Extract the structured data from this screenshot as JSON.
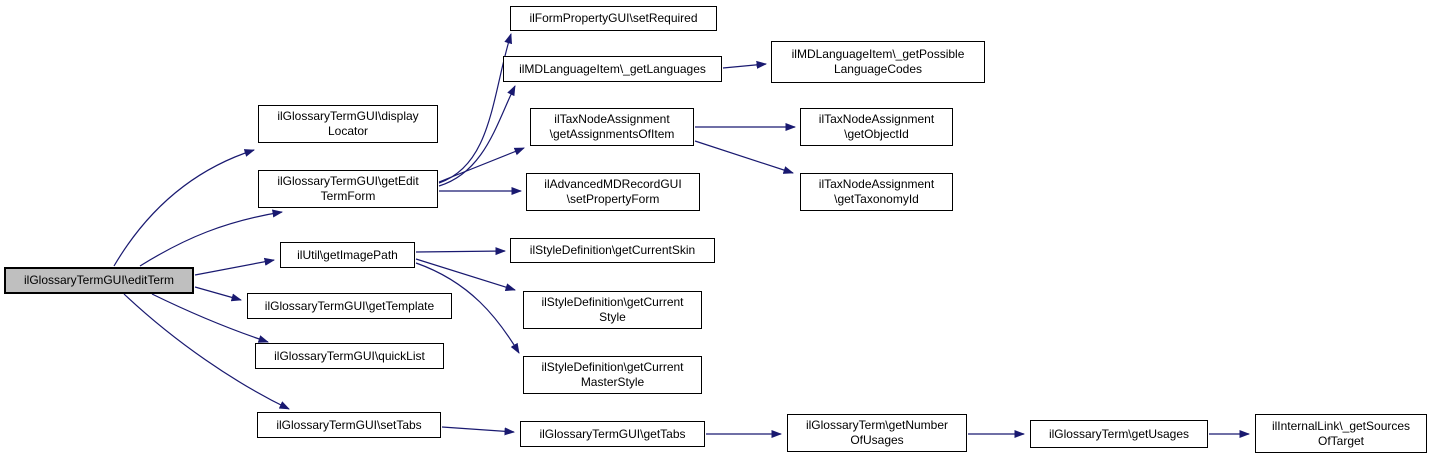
{
  "diagram": {
    "type": "call-graph",
    "root_function": "ilGlossaryTermGUI\\editTerm",
    "colors": {
      "edge": "#191970",
      "node_fill": "#ffffff",
      "node_border": "#000000",
      "root_node_fill": "#bfbfbf",
      "background": "#ffffff",
      "text": "#000000"
    }
  },
  "nodes": [
    {
      "id": "editTerm",
      "label": "ilGlossaryTermGUI\\editTerm",
      "highlighted": true
    },
    {
      "id": "displayLocator",
      "label": "ilGlossaryTermGUI\\display\nLocator",
      "highlighted": false
    },
    {
      "id": "getEditTermForm",
      "label": "ilGlossaryTermGUI\\getEdit\nTermForm",
      "highlighted": false
    },
    {
      "id": "setRequired",
      "label": "ilFormPropertyGUI\\setRequired",
      "highlighted": false
    },
    {
      "id": "getLanguages",
      "label": "ilMDLanguageItem\\_getLanguages",
      "highlighted": false
    },
    {
      "id": "getPossibleLanguageCodes",
      "label": "ilMDLanguageItem\\_getPossible\nLanguageCodes",
      "highlighted": false
    },
    {
      "id": "getAssignmentsOfItem",
      "label": "ilTaxNodeAssignment\n\\getAssignmentsOfItem",
      "highlighted": false
    },
    {
      "id": "setPropertyForm",
      "label": "ilAdvancedMDRecordGUI\n\\setPropertyForm",
      "highlighted": false
    },
    {
      "id": "getObjectId",
      "label": "ilTaxNodeAssignment\n\\getObjectId",
      "highlighted": false
    },
    {
      "id": "getTaxonomyId",
      "label": "ilTaxNodeAssignment\n\\getTaxonomyId",
      "highlighted": false
    },
    {
      "id": "getImagePath",
      "label": "ilUtil\\getImagePath",
      "highlighted": false
    },
    {
      "id": "getCurrentSkin",
      "label": "ilStyleDefinition\\getCurrentSkin",
      "highlighted": false
    },
    {
      "id": "getCurrentStyle",
      "label": "ilStyleDefinition\\getCurrent\nStyle",
      "highlighted": false
    },
    {
      "id": "getCurrentMasterStyle",
      "label": "ilStyleDefinition\\getCurrent\nMasterStyle",
      "highlighted": false
    },
    {
      "id": "getTemplate",
      "label": "ilGlossaryTermGUI\\getTemplate",
      "highlighted": false
    },
    {
      "id": "quickList",
      "label": "ilGlossaryTermGUI\\quickList",
      "highlighted": false
    },
    {
      "id": "setTabs",
      "label": "ilGlossaryTermGUI\\setTabs",
      "highlighted": false
    },
    {
      "id": "getTabs",
      "label": "ilGlossaryTermGUI\\getTabs",
      "highlighted": false
    },
    {
      "id": "getNumberOfUsages",
      "label": "ilGlossaryTerm\\getNumber\nOfUsages",
      "highlighted": false
    },
    {
      "id": "getUsages",
      "label": "ilGlossaryTerm\\getUsages",
      "highlighted": false
    },
    {
      "id": "getSourcesOfTarget",
      "label": "ilInternalLink\\_getSources\nOfTarget",
      "highlighted": false
    }
  ],
  "edges": [
    {
      "from": "editTerm",
      "to": "displayLocator"
    },
    {
      "from": "editTerm",
      "to": "getEditTermForm"
    },
    {
      "from": "editTerm",
      "to": "getImagePath"
    },
    {
      "from": "editTerm",
      "to": "getTemplate"
    },
    {
      "from": "editTerm",
      "to": "quickList"
    },
    {
      "from": "editTerm",
      "to": "setTabs"
    },
    {
      "from": "getEditTermForm",
      "to": "setRequired"
    },
    {
      "from": "getEditTermForm",
      "to": "getLanguages"
    },
    {
      "from": "getEditTermForm",
      "to": "getAssignmentsOfItem"
    },
    {
      "from": "getEditTermForm",
      "to": "setPropertyForm"
    },
    {
      "from": "getLanguages",
      "to": "getPossibleLanguageCodes"
    },
    {
      "from": "getAssignmentsOfItem",
      "to": "getObjectId"
    },
    {
      "from": "getAssignmentsOfItem",
      "to": "getTaxonomyId"
    },
    {
      "from": "getImagePath",
      "to": "getCurrentSkin"
    },
    {
      "from": "getImagePath",
      "to": "getCurrentStyle"
    },
    {
      "from": "getImagePath",
      "to": "getCurrentMasterStyle"
    },
    {
      "from": "setTabs",
      "to": "getTabs"
    },
    {
      "from": "getTabs",
      "to": "getNumberOfUsages"
    },
    {
      "from": "getNumberOfUsages",
      "to": "getUsages"
    },
    {
      "from": "getUsages",
      "to": "getSourcesOfTarget"
    }
  ]
}
